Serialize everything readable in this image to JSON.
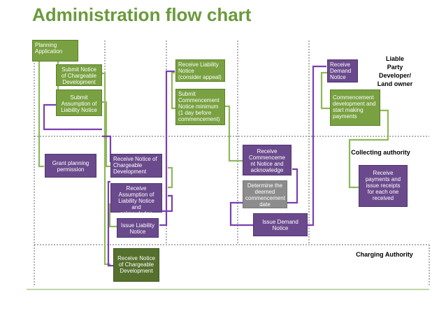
{
  "title": "Administration flow chart",
  "labels": {
    "liable_party": "Liable\nParty\nDeveloper/\nLand owner",
    "collecting_authority": "Collecting authority",
    "charging_authority": "Charging Authority"
  },
  "boxes": {
    "planning_application": "Planning\nApplication",
    "submit_notice_chargeable": "Submit Notice\nof Chargeable\nDevelopment",
    "submit_assumption_liability": "Submit\nAssumption of\nLiability Notice",
    "grant_planning_permission": "Grant planning\npermission",
    "receive_notice_chargeable_1": "Receive Notice of\nChargeable\nDevelopment",
    "receive_assumption_liability": "Receive\nAssumption of\nLiability Notice and\nacknowledge",
    "issue_liability_notice": "Issue Liability\nNotice",
    "receive_notice_chargeable_2": "Receive Notice\nof Chargeable\nDevelopment",
    "receive_liability_notice": "Receive Liability\nNotice\n(consider appeal)",
    "submit_commencement_notice": "Submit\nCommencement\nNotice minimum\n(1 day before\ncommencement)",
    "receive_commencement_notice": "Receive\nCommenceme\nnt Notice and\nacknowledge",
    "determine_commencement_date": "Determine the\ndeemed\ncommencement\ndate",
    "issue_demand_notice": "Issue Demand\nNotice",
    "receive_demand_notice": "Receive\nDemand\nNotice",
    "commencement_development": "Commencement\ndevelopment and\nstart making\npayments",
    "receive_payments": "Receive\npayments and\nissue receipts\nfor each one\nreceived"
  },
  "colors": {
    "green": "#79a141",
    "purple": "#6a4a8c",
    "grey": "#8c8c8c",
    "dark_green": "#55702d",
    "green_line": "#8fb85a",
    "purple_line": "#7a3fb0",
    "title": "#6a9a3a"
  }
}
